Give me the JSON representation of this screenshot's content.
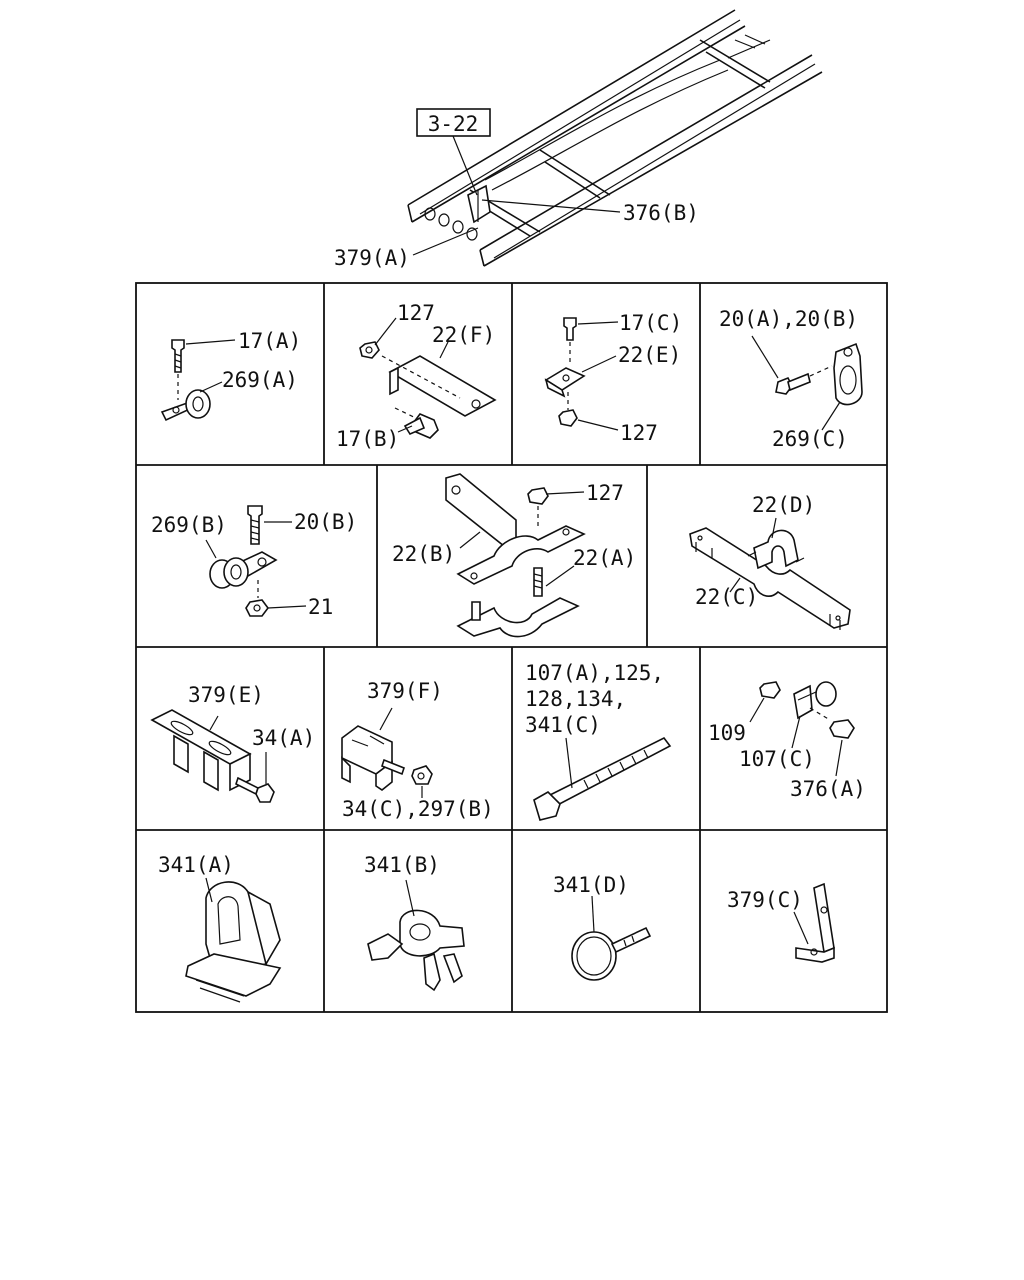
{
  "reference_box": "3-22",
  "callouts": {
    "c376b": "376(B)",
    "c379a": "379(A)",
    "c17a": "17(A)",
    "c269a": "269(A)",
    "c127_f": "127",
    "c22f": "22(F)",
    "c17b": "17(B)",
    "c17c": "17(C)",
    "c22e": "22(E)",
    "c127_e": "127",
    "c20ab": "20(A),20(B)",
    "c269c": "269(C)",
    "c269b": "269(B)",
    "c20b": "20(B)",
    "c21": "21",
    "c127_ab": "127",
    "c22b": "22(B)",
    "c22a": "22(A)",
    "c22d": "22(D)",
    "c22c": "22(C)",
    "c379e": "379(E)",
    "c34a": "34(A)",
    "c379f": "379(F)",
    "c34c297b": "34(C),297(B)",
    "c107_l1": "107(A),125,",
    "c107_l2": "128,134,",
    "c107_l3": "341(C)",
    "c109": "109",
    "c107c": "107(C)",
    "c376a": "376(A)",
    "c341a": "341(A)",
    "c341b": "341(B)",
    "c341d": "341(D)",
    "c379c": "379(C)"
  }
}
